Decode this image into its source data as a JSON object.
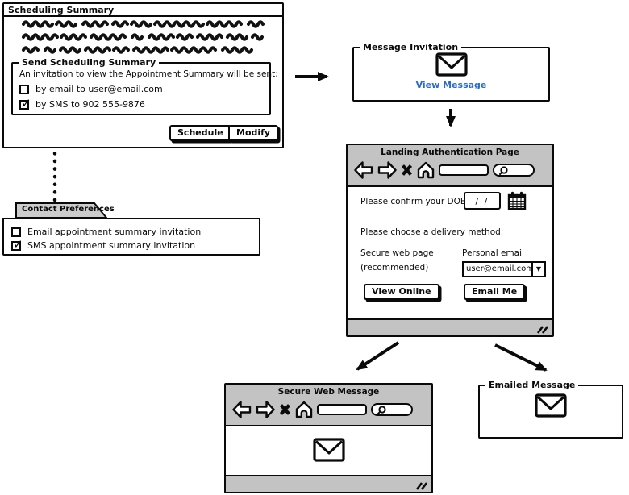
{
  "palette": {
    "outline": "#000000",
    "panel_gray": "#c3c3c3",
    "tab_gray": "#cccccc",
    "link_blue": "#2b6bc8",
    "background": "#ffffff"
  },
  "scheduling_summary": {
    "window_title": "Scheduling Summary",
    "group_legend": "Send Scheduling Summary",
    "intro_text": "An invitation to view the Appointment Summary will be sent:",
    "options": [
      {
        "label": "by email to user@email.com",
        "checked": false
      },
      {
        "label": "by SMS to 902 555-9876",
        "checked": true
      }
    ],
    "schedule_button": "Schedule",
    "modify_button": "Modify"
  },
  "contact_preferences": {
    "tab_label": "Contact Preferences",
    "options": [
      {
        "label": "Email appointment summary invitation",
        "checked": false
      },
      {
        "label": "SMS appointment summary invitation",
        "checked": true
      }
    ]
  },
  "message_invitation": {
    "legend": "Message Invitation",
    "link_label": "View Message"
  },
  "landing_page": {
    "window_title": "Landing Authentication Page",
    "dob_label": "Please confirm your DOB:",
    "dob_value": "/ /",
    "delivery_prompt": "Please choose a delivery method:",
    "secure_option_line1": "Secure web page",
    "secure_option_line2": "(recommended)",
    "email_option_label": "Personal email",
    "email_dropdown_value": "user@email.com",
    "view_online_button": "View Online",
    "email_me_button": "Email Me"
  },
  "secure_web_message": {
    "window_title": "Secure Web Message"
  },
  "emailed_message": {
    "legend": "Emailed Message"
  }
}
